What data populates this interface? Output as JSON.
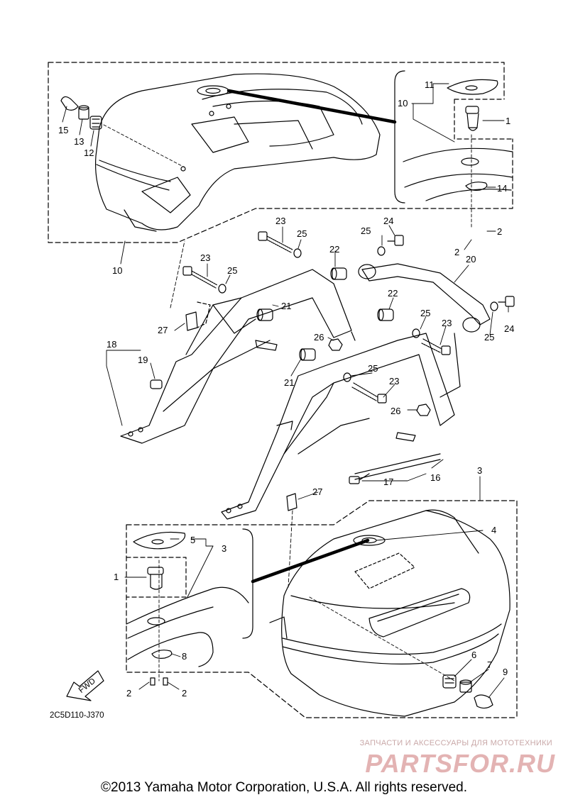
{
  "callouts": {
    "c1a": "1",
    "c1b": "1",
    "c2a": "2",
    "c2b": "2",
    "c2c": "2",
    "c2d": "2",
    "c3a": "3",
    "c3b": "3",
    "c4": "4",
    "c5": "5",
    "c6": "6",
    "c7": "7",
    "c8": "8",
    "c9": "9",
    "c10a": "10",
    "c10b": "10",
    "c11": "11",
    "c12": "12",
    "c13": "13",
    "c14": "14",
    "c15": "15",
    "c16": "16",
    "c17": "17",
    "c18": "18",
    "c19": "19",
    "c20": "20",
    "c21a": "21",
    "c21b": "21",
    "c22a": "22",
    "c22b": "22",
    "c23a": "23",
    "c23b": "23",
    "c23c": "23",
    "c23d": "23",
    "c24a": "24",
    "c24b": "24",
    "c25a": "25",
    "c25b": "25",
    "c25c": "25",
    "c25d": "25",
    "c25e": "25",
    "c26a": "26",
    "c26b": "26",
    "c27a": "27",
    "c27b": "27"
  },
  "fwd_label": "FWD",
  "figure_code": "2C5D110-J370",
  "copyright": "©2013 Yamaha Motor Corporation, U.S.A. All rights reserved.",
  "watermark": {
    "line": "ЗАПЧАСТИ И АКСЕССУАРЫ ДЛЯ МОТОТЕХНИКИ",
    "logo": "PARTSFOR.RU"
  }
}
